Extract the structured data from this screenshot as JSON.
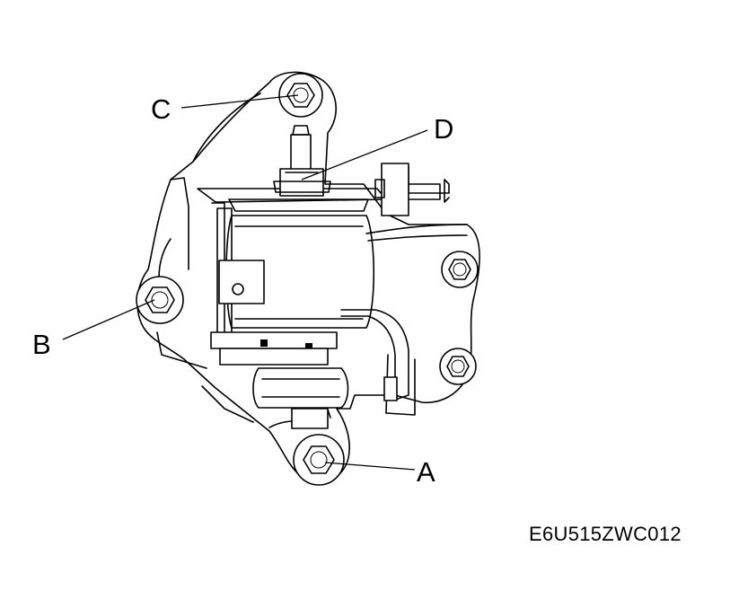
{
  "callouts": {
    "a": "A",
    "b": "B",
    "c": "C",
    "d": "D"
  },
  "figure_code": "E6U515ZWC012"
}
